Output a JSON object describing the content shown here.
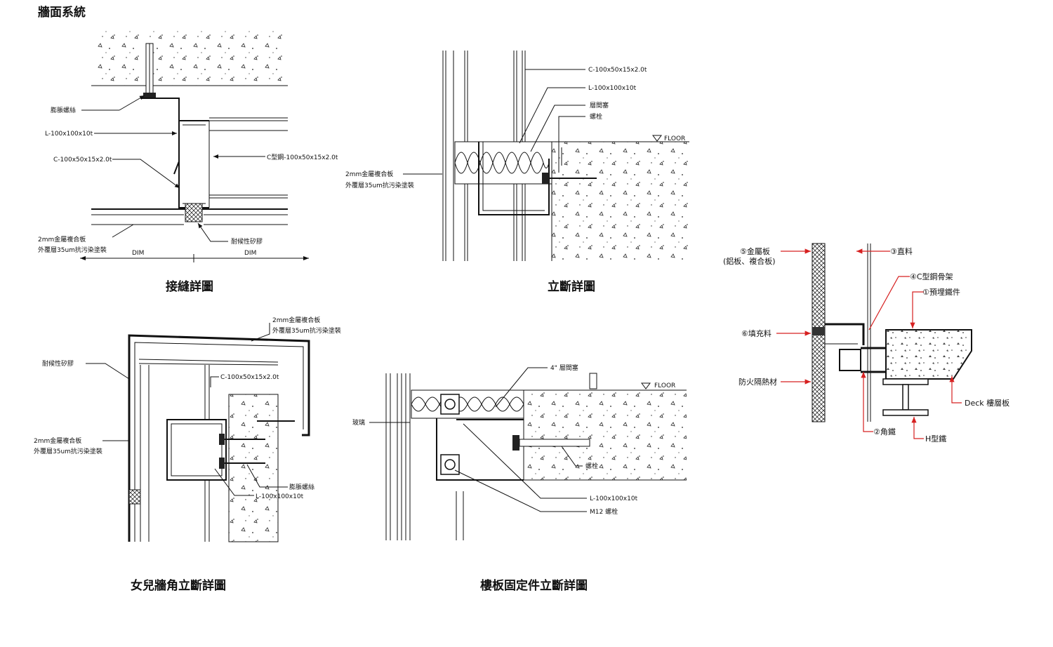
{
  "page_title": "牆面系統",
  "panel1": {
    "title": "接縫詳圖",
    "labels": {
      "expansion_bolt": "膨脹螺絲",
      "angle": "L-100x100x10t",
      "channel": "C-100x50x15x2.0t",
      "c_steel": "C型鋼-100x50x15x2.0t",
      "panel_line1": "2mm金屬複合板",
      "panel_line2": "外覆層35um抗污染塗裝",
      "sealant": "耐候性矽膠",
      "dim_left": "DIM",
      "dim_right": "DIM"
    }
  },
  "panel2": {
    "title": "立斷詳圖",
    "labels": {
      "channel": "C-100x50x15x2.0t",
      "angle": "L-100x100x10t",
      "firestop": "層間塞",
      "bolt": "螺栓",
      "floor": "FLOOR",
      "panel_line1": "2mm金屬複合板",
      "panel_line2": "外覆層35um抗污染塗裝"
    }
  },
  "panel3": {
    "title": "女兒牆角立斷詳圖",
    "labels": {
      "panel_top_line1": "2mm金屬複合板",
      "panel_top_line2": "外覆層35um抗污染塗裝",
      "sealant": "耐候性矽膠",
      "channel": "C-100x50x15x2.0t",
      "panel_side_line1": "2mm金屬複合板",
      "panel_side_line2": "外覆層35um抗污染塗裝",
      "expansion_bolt": "膨脹螺絲",
      "angle": "L-100x100x10t"
    }
  },
  "panel4": {
    "title": "樓板固定件立斷詳圖",
    "labels": {
      "firestop": "4\" 層間塞",
      "floor": "FLOOR",
      "glass": "玻璃",
      "bolt": "螺栓",
      "angle": "L-100x100x10t",
      "m12": "M12 螺栓"
    }
  },
  "panel5": {
    "labels": {
      "metal_panel": "⑤金屬板",
      "metal_panel_sub": "(鋁板、複合板)",
      "mullion": "③直料",
      "c_frame": "④C型鋼骨架",
      "embed": "①預埋鐵件",
      "filler": "⑥填充料",
      "insulation": "防火隔熱材",
      "deck": "Deck  樓層板",
      "angle": "②角鐵",
      "h_beam": "H型鐵"
    },
    "accent_color": "#d62020"
  }
}
